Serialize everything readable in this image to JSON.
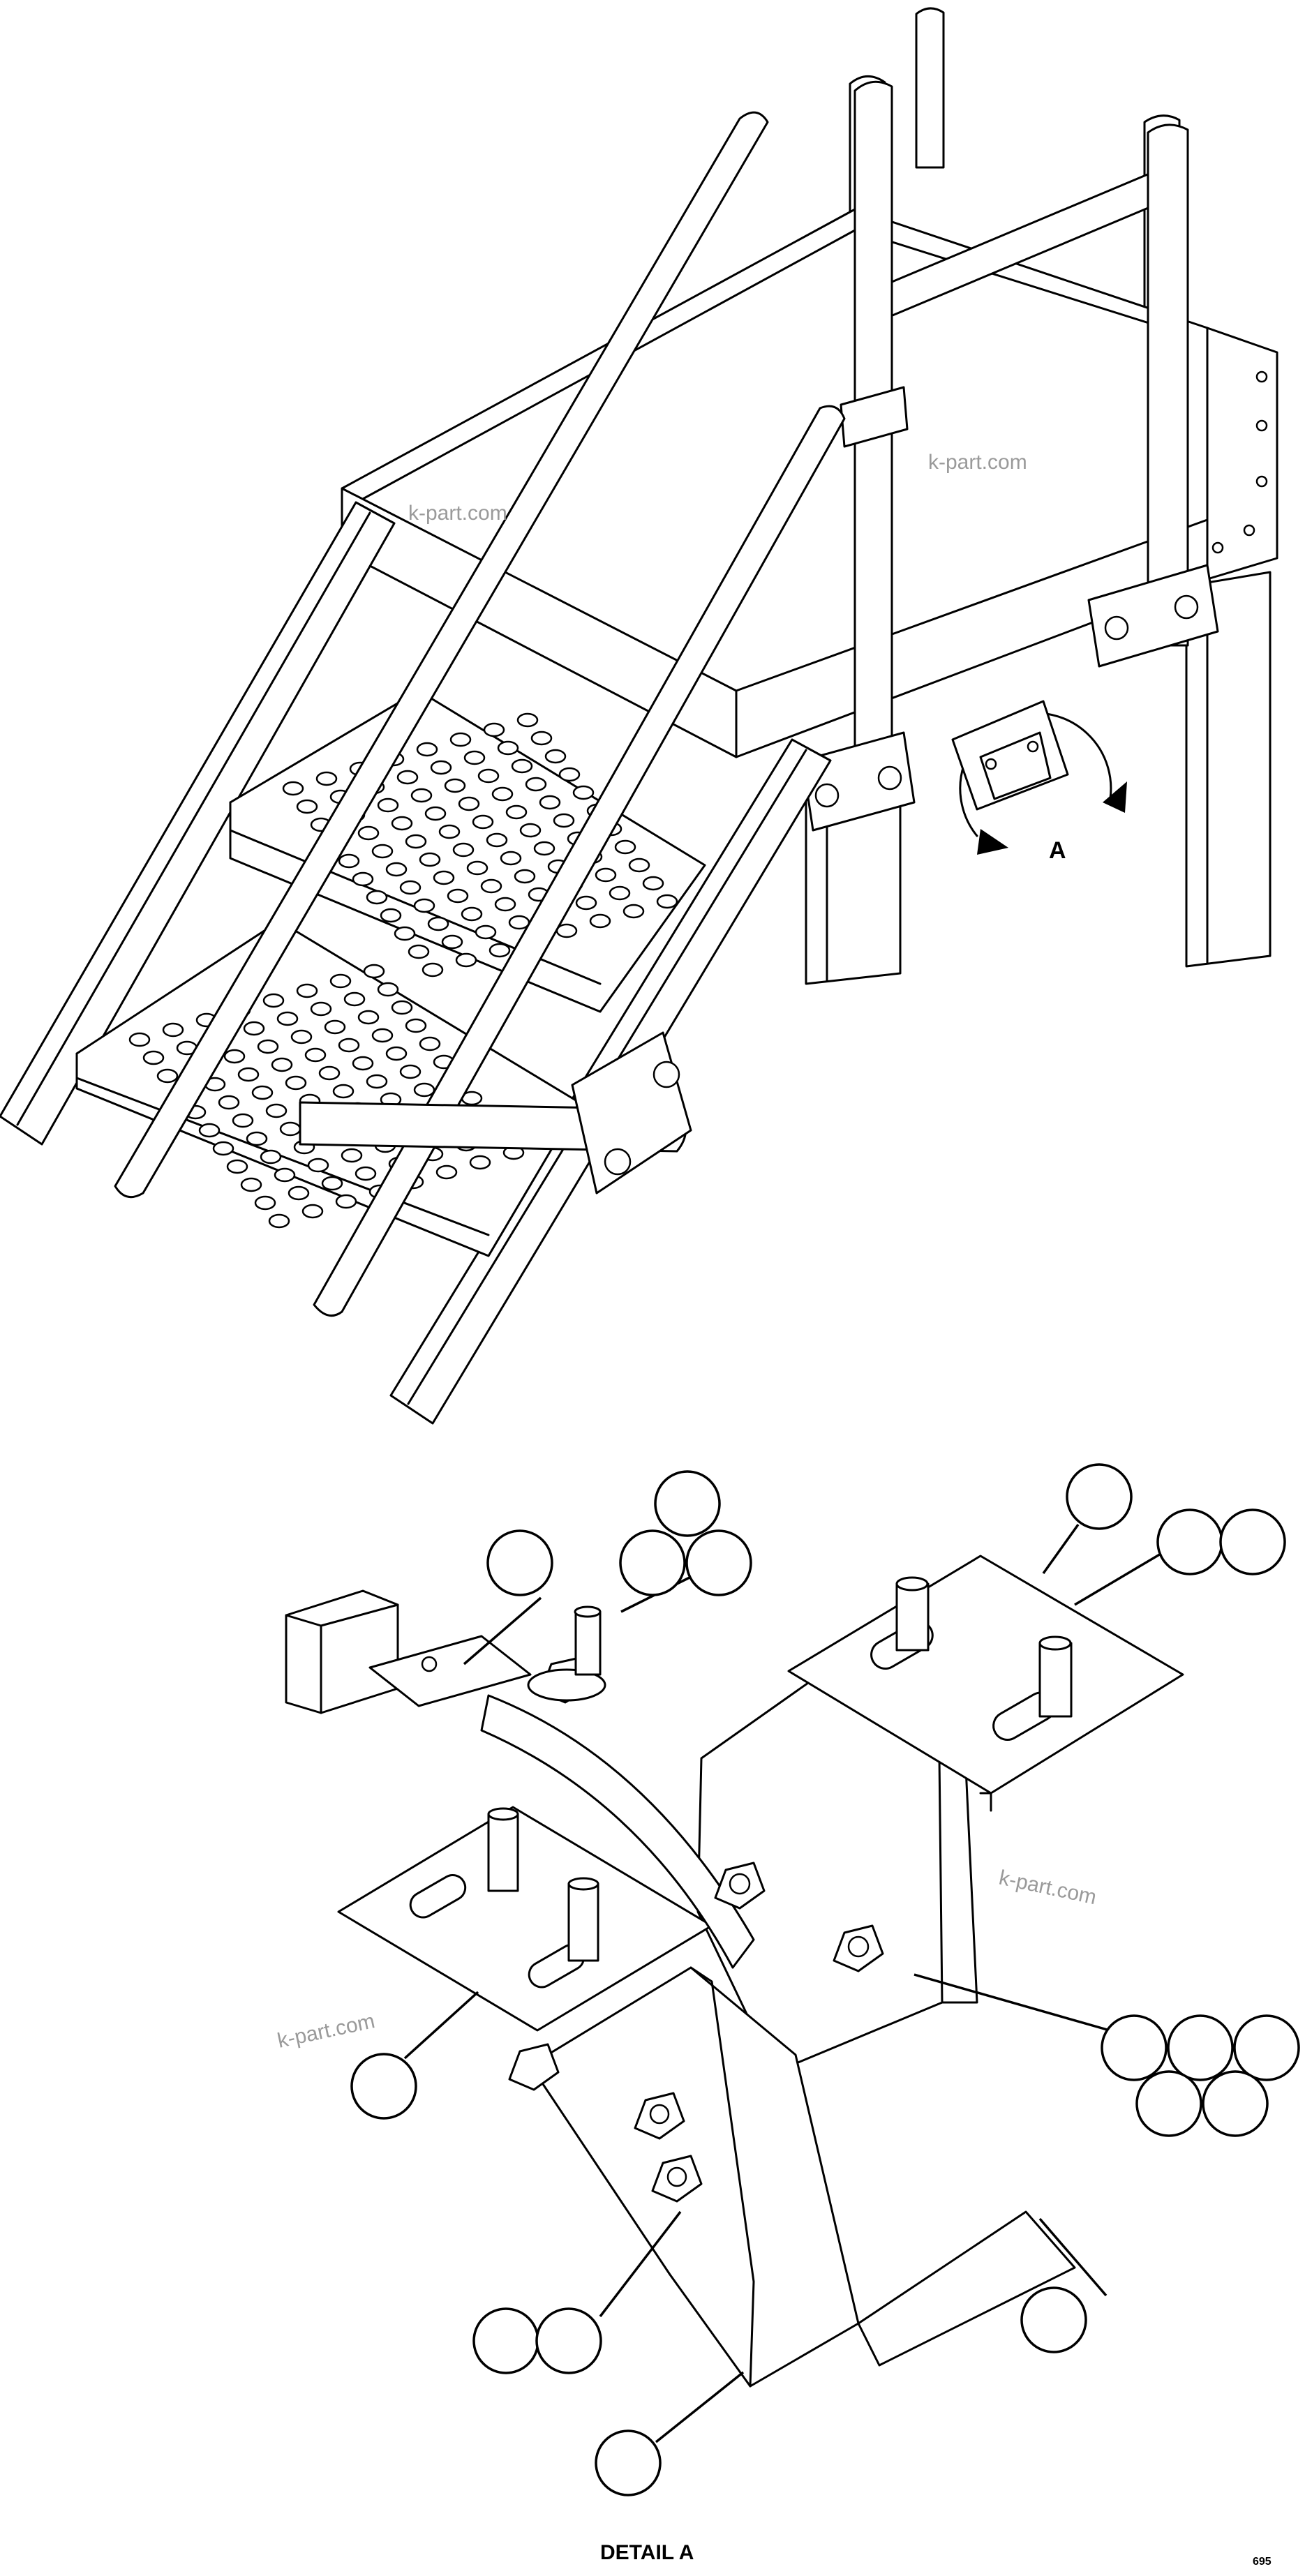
{
  "watermark": "k-part.com",
  "view_label": "A",
  "detail_caption": "DETAIL A",
  "page_code": "695",
  "balloons": [
    {
      "id": "b1"
    },
    {
      "id": "b2"
    },
    {
      "id": "b3"
    },
    {
      "id": "b4"
    },
    {
      "id": "b5"
    },
    {
      "id": "b6"
    },
    {
      "id": "b7"
    },
    {
      "id": "b8"
    },
    {
      "id": "b9"
    },
    {
      "id": "b10"
    },
    {
      "id": "b11"
    },
    {
      "id": "b12"
    },
    {
      "id": "b13"
    },
    {
      "id": "b14"
    },
    {
      "id": "b15"
    },
    {
      "id": "b16"
    },
    {
      "id": "b17"
    },
    {
      "id": "b18"
    }
  ],
  "colors": {
    "line": "#000000",
    "background": "#ffffff",
    "watermark": "#9a9a9a"
  }
}
